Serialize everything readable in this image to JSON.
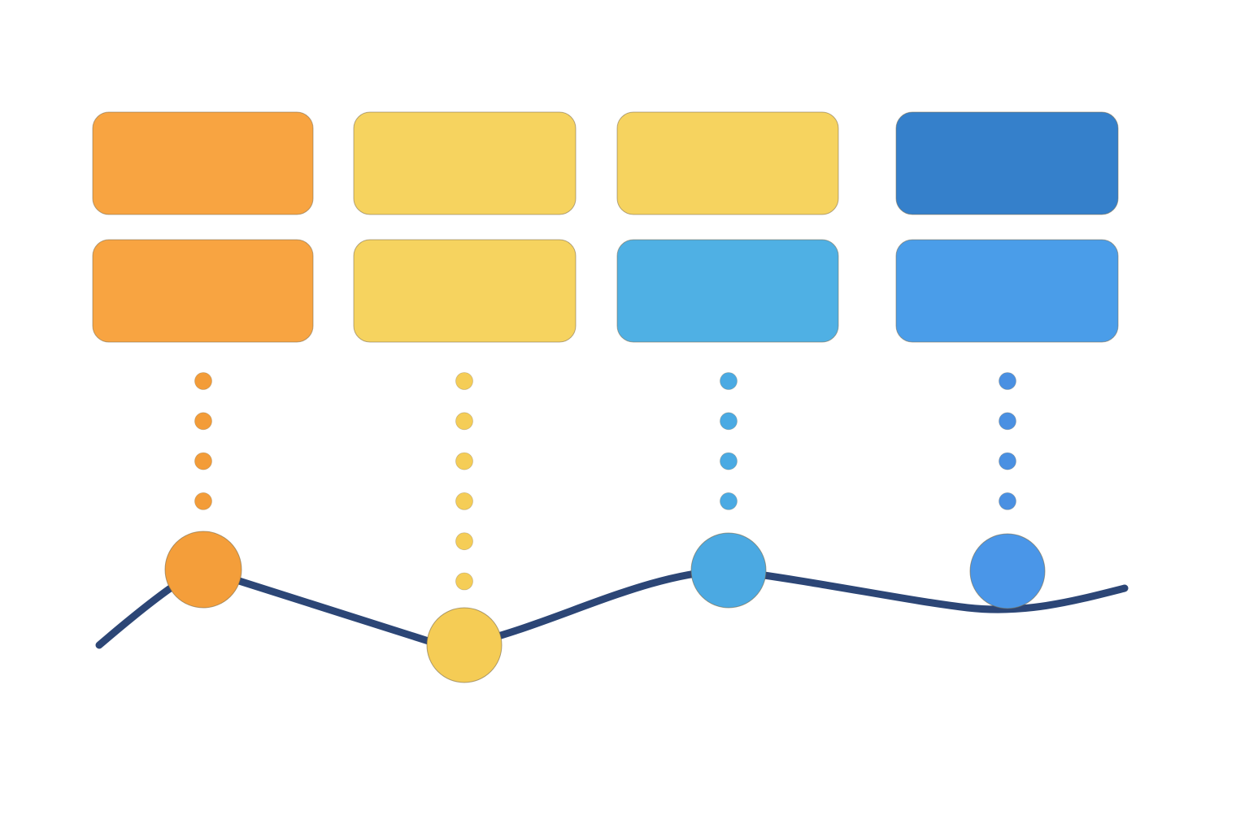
{
  "colors": {
    "background": "#ffffff",
    "line": "#2c4676",
    "box_outline": "#7a6a4a"
  },
  "columns": [
    {
      "cards": [
        {
          "fill": "#f8a441"
        },
        {
          "fill": "#f8a441"
        }
      ],
      "connector_dots": 4,
      "dot_color": "#f39c38",
      "node_color": "#f49e3a"
    },
    {
      "cards": [
        {
          "fill": "#f6d35f"
        },
        {
          "fill": "#f6d35f"
        }
      ],
      "connector_dots": 6,
      "dot_color": "#f5cd56",
      "node_color": "#f5cc55"
    },
    {
      "cards": [
        {
          "fill": "#f6d35f"
        },
        {
          "fill": "#4fb0e4"
        }
      ],
      "connector_dots": 4,
      "dot_color": "#4aaae3",
      "node_color": "#4ba9e2"
    },
    {
      "cards": [
        {
          "fill": "#3580cb"
        },
        {
          "fill": "#4a9de9"
        }
      ],
      "connector_dots": 4,
      "dot_color": "#4a90e2",
      "node_color": "#4a96e8"
    }
  ]
}
